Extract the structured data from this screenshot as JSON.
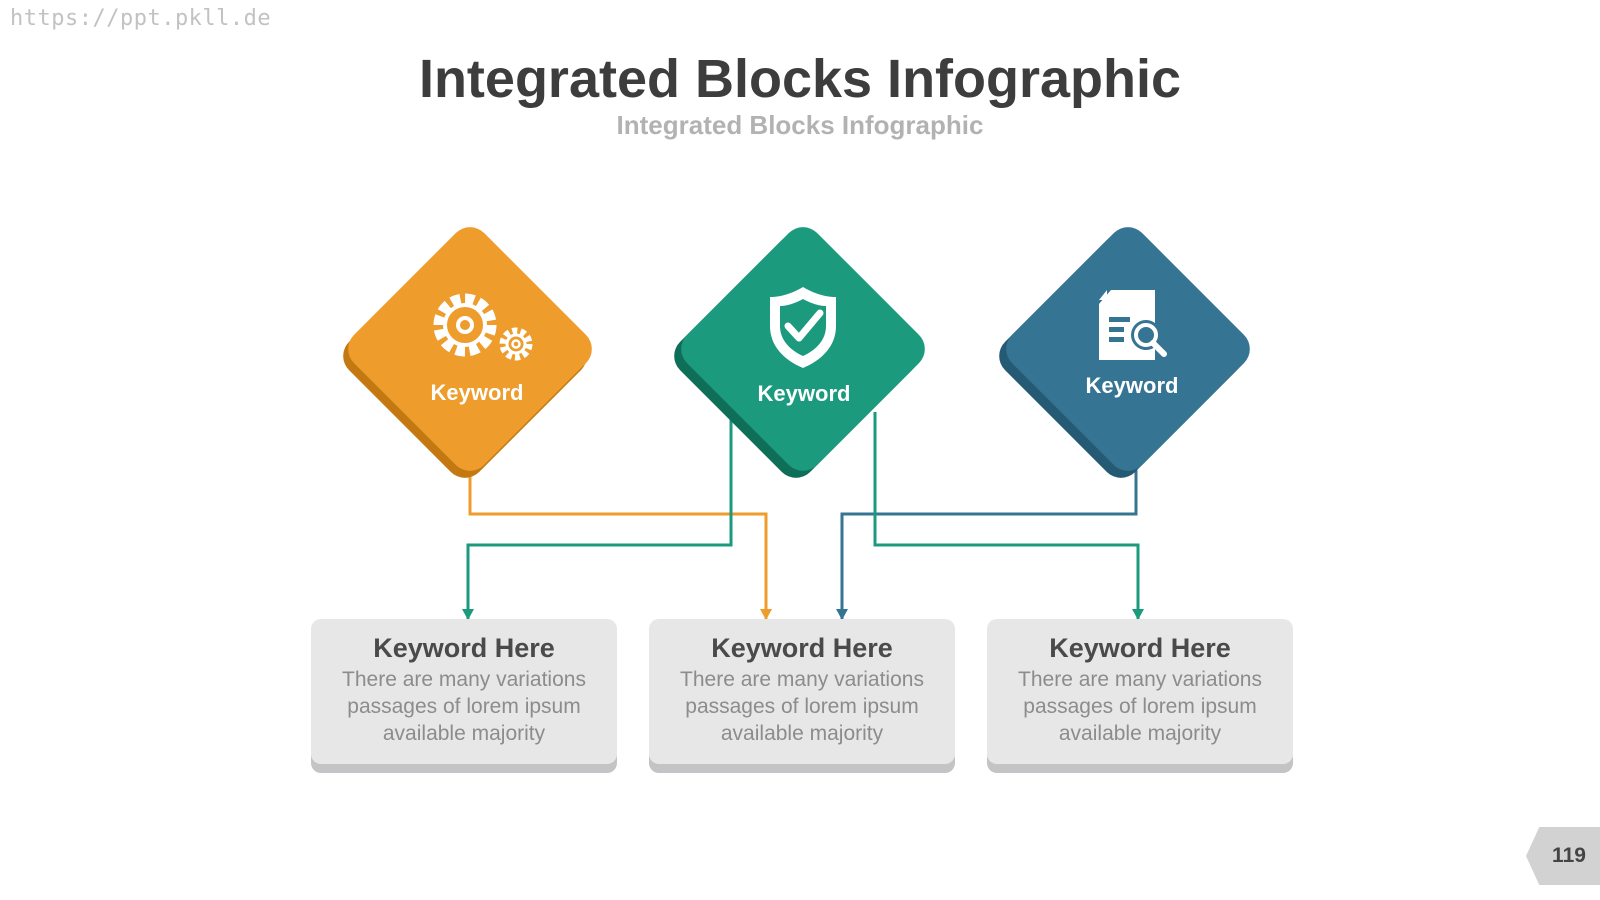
{
  "watermark": "https://ppt.pkll.de",
  "title": "Integrated Blocks Infographic",
  "subtitle": "Integrated Blocks Infographic",
  "colors": {
    "orange": "#ee9c2b",
    "teal": "#1b9a7e",
    "blue": "#367493",
    "card_bg": "#e7e7e8",
    "card_shadow": "#c4c4c6"
  },
  "diamonds": [
    {
      "label": "Keyword",
      "icon": "gears-icon",
      "color": "#ee9c2b"
    },
    {
      "label": "Keyword",
      "icon": "shield-check-icon",
      "color": "#1b9a7e"
    },
    {
      "label": "Keyword",
      "icon": "document-search-icon",
      "color": "#367493"
    }
  ],
  "cards": [
    {
      "title": "Keyword Here",
      "lines": [
        "There are many variations",
        "passages of lorem ipsum",
        "available  majority"
      ]
    },
    {
      "title": "Keyword Here",
      "lines": [
        "There are many variations",
        "passages of lorem ipsum",
        "available  majority"
      ]
    },
    {
      "title": "Keyword Here",
      "lines": [
        "There are many variations",
        "passages of lorem ipsum",
        "available  majority"
      ]
    }
  ],
  "page_number": "119"
}
